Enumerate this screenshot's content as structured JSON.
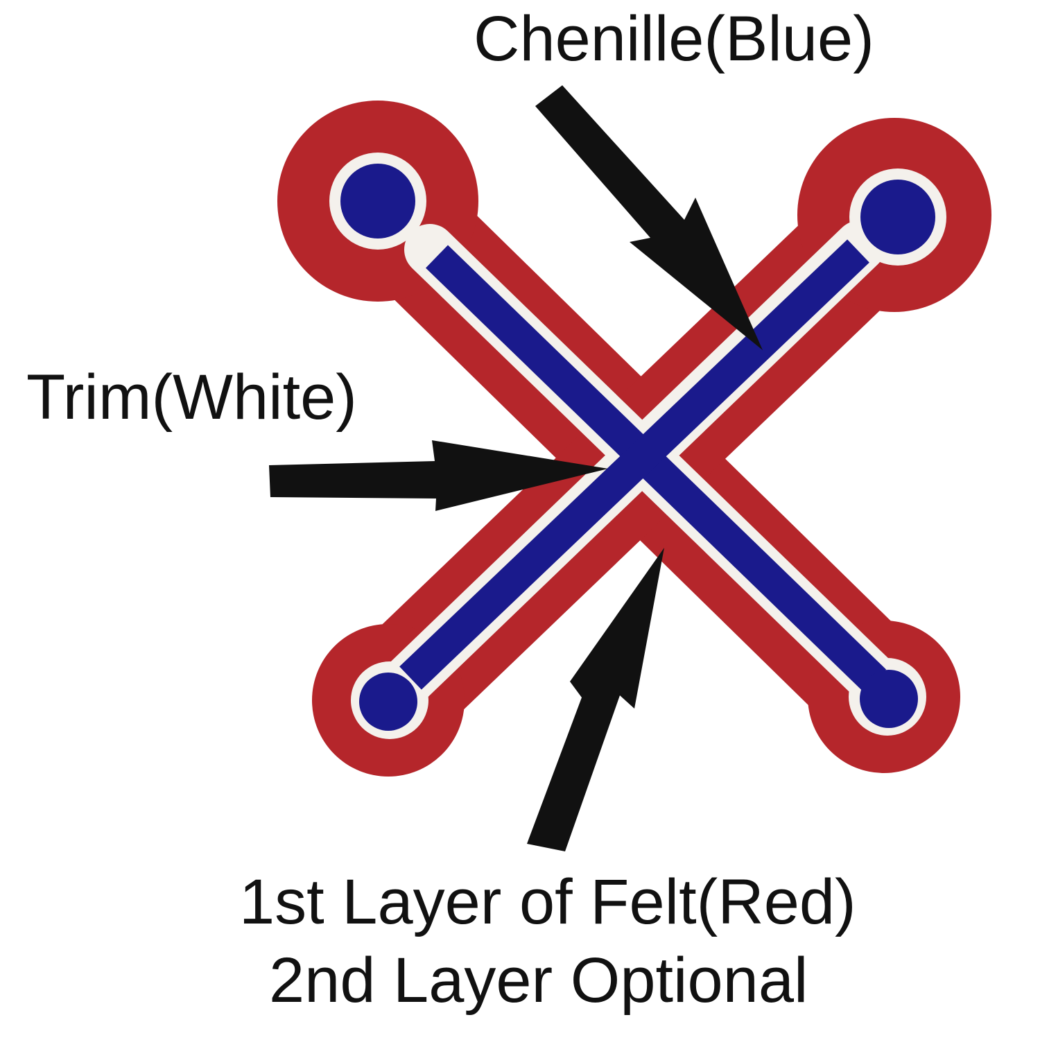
{
  "labels": {
    "chenille": "Chenille(Blue)",
    "trim": "Trim(White)",
    "felt_line1": "1st Layer of Felt(Red)",
    "felt_line2": "2nd Layer Optional"
  },
  "colors": {
    "felt": "#b5262b",
    "felt_dark": "#8f1b20",
    "trim": "#f4f1ec",
    "chenille": "#1a1a8c",
    "chenille_dark": "#10106a",
    "arrow": "#111111",
    "background": "#ffffff"
  }
}
